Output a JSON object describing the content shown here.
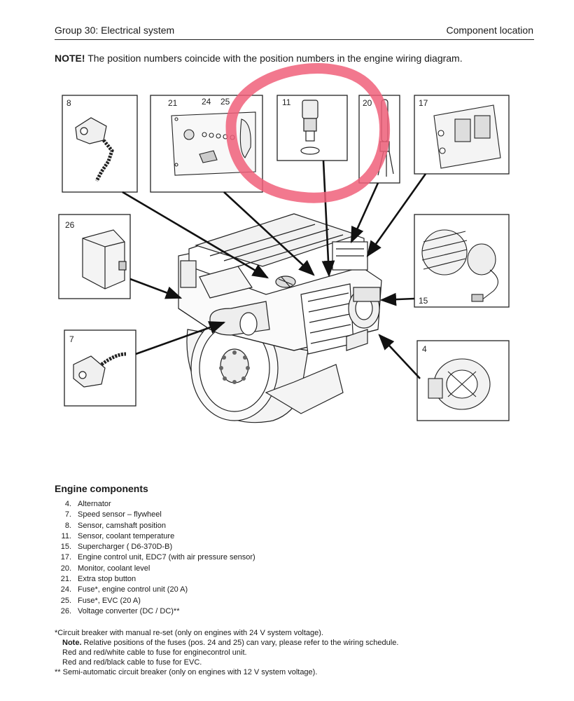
{
  "header": {
    "left": "Group 30: Electrical system",
    "right": "Component location"
  },
  "note": {
    "bold": "NOTE!",
    "text": " The position numbers coincide with the position numbers in the engine wiring diagram."
  },
  "figure": {
    "labels": {
      "p8": "8",
      "p21": "21",
      "p24": "24",
      "p25": "25",
      "p11": "11",
      "p20": "20",
      "p17": "17",
      "p26": "26",
      "p15": "15",
      "p7": "7",
      "p4": "4"
    },
    "highlight_color": "#f0607a"
  },
  "section_title": "Engine components",
  "components": [
    {
      "num": "4.",
      "text": "Alternator"
    },
    {
      "num": "7.",
      "text": "Speed sensor – flywheel"
    },
    {
      "num": "8.",
      "text": "Sensor, camshaft position"
    },
    {
      "num": "11.",
      "text": "Sensor, coolant temperature"
    },
    {
      "num": "15.",
      "text": "Supercharger  (  D6-370D-B)"
    },
    {
      "num": "17.",
      "text": "Engine control unit, EDC7 (with air pressure sensor)"
    },
    {
      "num": "20.",
      "text": "Monitor, coolant level"
    },
    {
      "num": "21.",
      "text": "Extra stop button"
    },
    {
      "num": "24.",
      "text": "Fuse*, engine control unit (20 A)"
    },
    {
      "num": "25.",
      "text": "Fuse*, EVC (20 A)"
    },
    {
      "num": "26.",
      "text": "Voltage converter (DC / DC)**"
    }
  ],
  "footnotes": {
    "f1": "*Circuit breaker with manual re-set (only on engines with 24 V system voltage).",
    "f2_bold": "Note.",
    "f2_text": " Relative positions of the fuses (pos. 24 and 25) can vary, please refer to the wiring schedule.",
    "f3": "Red and red/white cable to fuse for enginecontrol unit.",
    "f4": "Red and red/black cable to fuse for EVC.",
    "f5": "** Semi-automatic circuit breaker (only on engines with 12 V system voltage)."
  }
}
